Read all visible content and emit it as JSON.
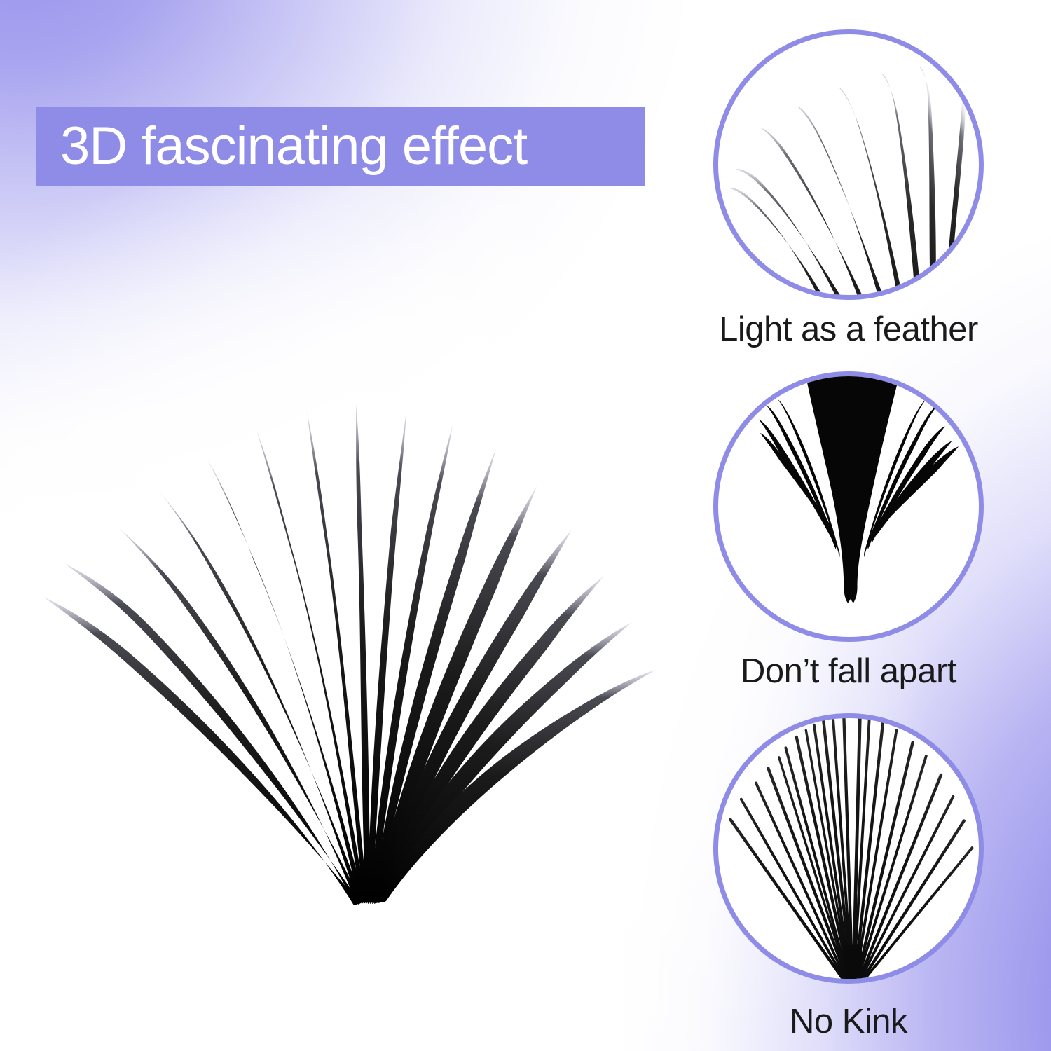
{
  "page": {
    "background_accent": "#8f8ce8",
    "background_white": "#ffffff",
    "fiber_color": "#111111"
  },
  "banner": {
    "title": "3D fascinating effect",
    "background_color": "#8f8ce8",
    "text_color": "#ffffff"
  },
  "main_image": {
    "name": "lash-fan-closeup",
    "description": "large black volume lash fan spreading from a narrow base"
  },
  "features": [
    {
      "id": "light-as-a-feather",
      "label": "Light as a feather",
      "circle_border_color": "#8f8ce8",
      "image_name": "lash-tips-closeup"
    },
    {
      "id": "dont-fall-apart",
      "label": "Don’t fall apart",
      "circle_border_color": "#8f8ce8",
      "image_name": "lash-base-closeup"
    },
    {
      "id": "no-kink",
      "label": "No Kink",
      "circle_border_color": "#8f8ce8",
      "image_name": "lash-fibers-straight-closeup"
    }
  ]
}
